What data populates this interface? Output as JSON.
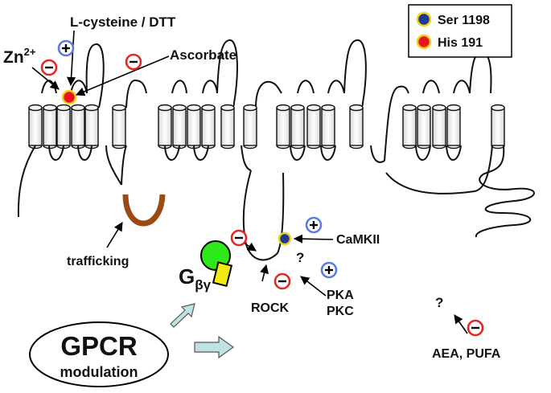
{
  "legend": {
    "items": [
      {
        "label": "Ser 1198",
        "color": "#1f3a93"
      },
      {
        "label": "His 191",
        "color": "#e8161b"
      }
    ]
  },
  "labels": {
    "zinc_base": "Zn",
    "zinc_sup": "2+",
    "cysteine_dtt": "L-cysteine / DTT",
    "ascorbate": "Ascorbate",
    "trafficking": "trafficking",
    "camkii": "CaMKII",
    "rock": "ROCK",
    "pka": "PKA",
    "pkc": "PKC",
    "aea_pufa": "AEA, PUFA",
    "g_main": "G",
    "g_sub": "βγ",
    "gpcr_title": "GPCR",
    "gpcr_sub": "modulation",
    "question": "?",
    "plus": "+",
    "minus": "−"
  },
  "colors": {
    "ser_site": "#1f3a93",
    "his_site": "#e8161b",
    "site_ring": "#f2d21b",
    "trafficking_loop": "#9b4a12",
    "g_beta": "#2ee81a",
    "g_gamma": "#f2ea12",
    "arrow_fill": "#bfe3e3",
    "plus_ring": "#5b7be0",
    "minus_ring": "#e32626"
  }
}
